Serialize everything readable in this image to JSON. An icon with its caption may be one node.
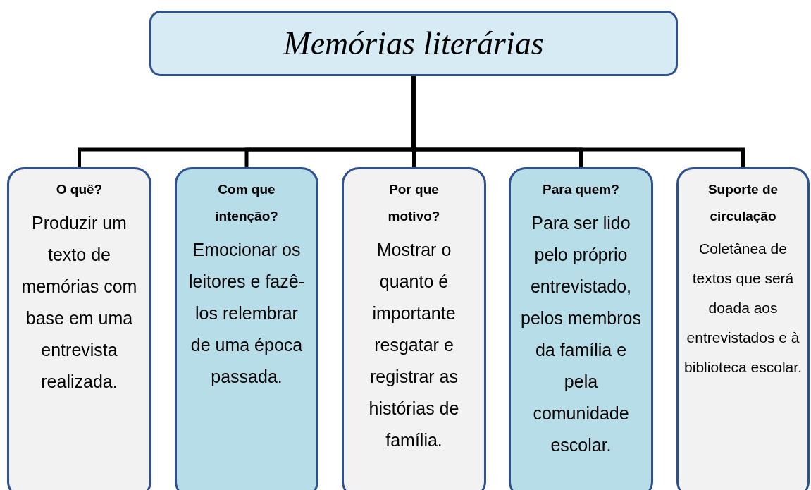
{
  "diagram": {
    "nodes": [
      {
        "text": [
          "Memórias literárias"
        ]
      },
      {
        "text": [
          "O quê?",
          "Produzir um texto de memórias com base em uma entrevista realizada."
        ]
      },
      {
        "text": [
          "Com que intenção?",
          "Emocionar os leitores e fazê-los relembrar de uma época passada."
        ]
      },
      {
        "text": [
          "Por que motivo?",
          "Mostrar o quanto é importante resgatar e registrar as histórias de família."
        ]
      },
      {
        "text": [
          "Para quem?",
          "Para ser lido pelo próprio entrevistado, pelos membros da família e pela comunidade escolar."
        ]
      },
      {
        "text": [
          "Suporte de circulação",
          "Coletânea de textos que será doada aos entrevistados e à biblioteca escolar."
        ]
      }
    ],
    "edges": [
      {
        "from": 0,
        "to": 1,
        "arrow": "none"
      },
      {
        "from": 0,
        "to": 2,
        "arrow": "none"
      },
      {
        "from": 0,
        "to": 3,
        "arrow": "none"
      },
      {
        "from": 0,
        "to": 4,
        "arrow": "none"
      },
      {
        "from": 0,
        "to": 5,
        "arrow": "none"
      }
    ]
  }
}
